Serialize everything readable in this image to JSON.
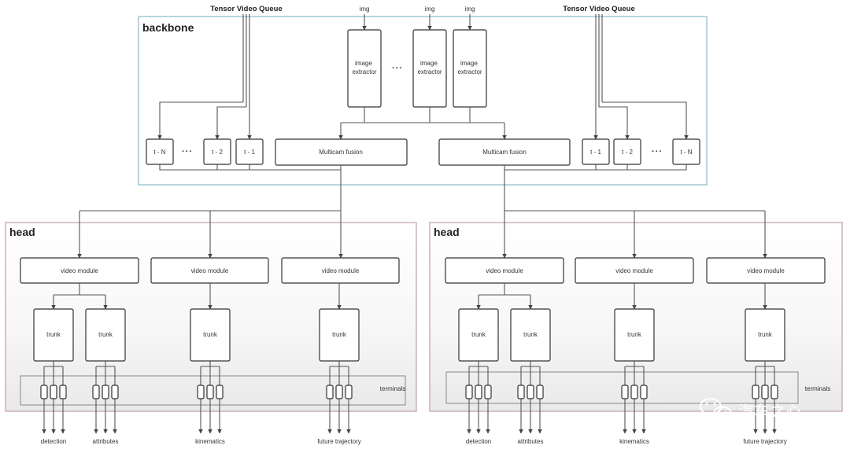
{
  "backbone": {
    "label": "backbone",
    "queue_left": "Tensor Video Queue",
    "queue_right": "Tensor Video Queue",
    "img_inputs": [
      "img",
      "img",
      "img"
    ],
    "extractor_label": "image extractor",
    "frames_left": [
      "t - N",
      "t - 2",
      "t - 1"
    ],
    "frames_right": [
      "t - 1",
      "t - 2",
      "t - N"
    ],
    "fusion_left": "Multicam fusion",
    "fusion_right": "Multicam fusion",
    "ellipsis": "···"
  },
  "heads": [
    {
      "label": "head",
      "video_module": "video module",
      "trunk": "trunk",
      "terminals": "terminals",
      "outputs": [
        "detection",
        "attributes",
        "kinematics",
        "future trajectory"
      ]
    },
    {
      "label": "head",
      "video_module": "video module",
      "trunk": "trunk",
      "terminals": "terminals",
      "outputs": [
        "detection",
        "attributes",
        "kinematics",
        "future trajectory"
      ]
    }
  ],
  "watermark": {
    "text": "汽车之心",
    "icon": "wechat-icon"
  },
  "colors": {
    "backbone_border": "#8fc0cc",
    "head_border": "#c9a3a8",
    "terminals_border": "#888888"
  }
}
